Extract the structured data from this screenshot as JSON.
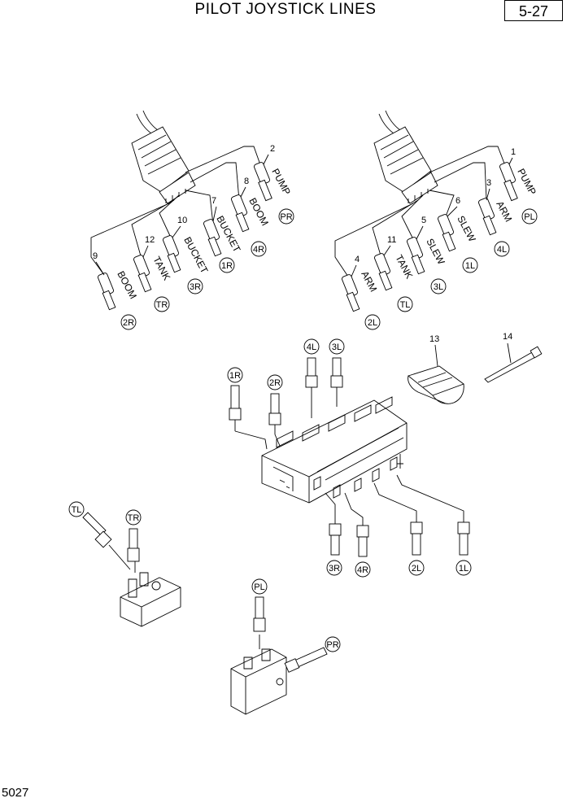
{
  "header": {
    "title": "PILOT JOYSTICK LINES",
    "page_number": "5-27"
  },
  "footer": {
    "code": "5027"
  },
  "right_joystick": {
    "parts": [
      {
        "num": "2",
        "name": "PUMP",
        "port": "PR"
      },
      {
        "num": "8",
        "name": "BOOM",
        "port": "4R"
      },
      {
        "num": "7",
        "name": "BUCKET",
        "port": "1R"
      },
      {
        "num": "10",
        "name": "BUCKET",
        "port": "3R"
      },
      {
        "num": "12",
        "name": "TANK",
        "port": "TR"
      },
      {
        "num": "9",
        "name": "BOOM",
        "port": "2R"
      }
    ]
  },
  "left_joystick": {
    "parts": [
      {
        "num": "1",
        "name": "PUMP",
        "port": "PL"
      },
      {
        "num": "3",
        "name": "ARM",
        "port": "4L"
      },
      {
        "num": "6",
        "name": "SLEW",
        "port": "1L"
      },
      {
        "num": "5",
        "name": "SLEW",
        "port": "3L"
      },
      {
        "num": "11",
        "name": "TANK",
        "port": "TL"
      },
      {
        "num": "4",
        "name": "ARM",
        "port": "2L"
      }
    ]
  },
  "loose_parts": [
    {
      "num": "13"
    },
    {
      "num": "14"
    }
  ],
  "control_valve_ports": {
    "top": [
      "1R",
      "2R",
      "4L",
      "3L"
    ],
    "bottom": [
      "3R",
      "4R",
      "2L",
      "1L"
    ]
  },
  "tank_block_ports": [
    "TL",
    "TR"
  ],
  "pump_block_ports": [
    "PL",
    "PR"
  ]
}
